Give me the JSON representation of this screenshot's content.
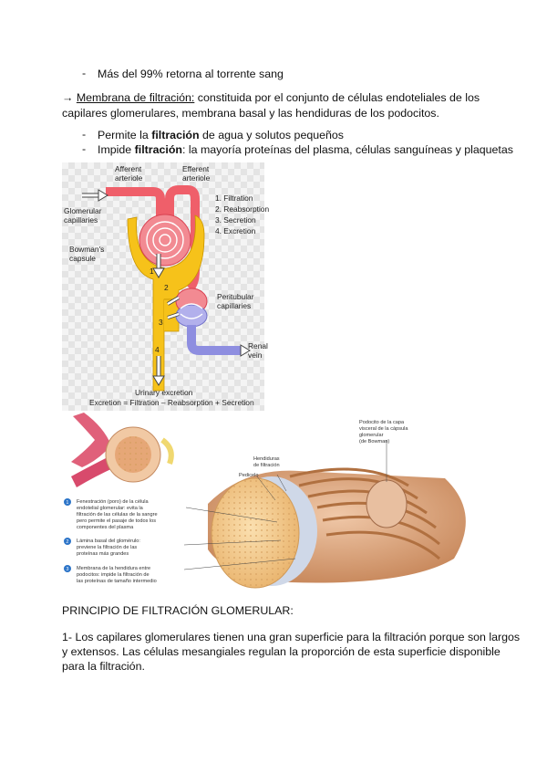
{
  "text": {
    "line1": "Más del 99% retorna al torrente sang",
    "arrow": "→",
    "membrana_title": "Membrana de filtración:",
    "membrana_rest1": " constituida por el conjunto de células endoteliales de los",
    "membrana_line2": "capilares glomerulares, membrana basal y las hendiduras de los podocitos.",
    "b1_pre": "Permite la ",
    "b1_bold": "filtración",
    "b1_post": " de agua y solutos pequeños",
    "b2_pre": "Impide ",
    "b2_bold": "filtración",
    "b2_post": ": la mayoría proteínas del plasma, células sanguíneas y plaquetas",
    "principio": "PRINCIPIO DE FILTRACIÓN GLOMERULAR:",
    "p1_l1": "1- Los capilares glomerulares tienen una gran superficie para la filtración porque son largos",
    "p1_l2": "y extensos. Las células mesangiales regulan la proporción de esta superficie disponible",
    "p1_l3": "para la filtración."
  },
  "figure1": {
    "afferent1": "Afferent",
    "afferent2": "arteriole",
    "efferent1": "Efferent",
    "efferent2": "arteriole",
    "glom1": "Glomerular",
    "glom2": "capillaries",
    "bowman1": "Bowman's",
    "bowman2": "capsule",
    "list1": "1. Filtration",
    "list2": "2. Reabsorption",
    "list3": "3. Secretion",
    "list4": "4. Excretion",
    "peri1": "Peritubular",
    "peri2": "capillaries",
    "renal1": "Renal",
    "renal2": "vein",
    "urinary": "Urinary excretion",
    "equation": "Excretion = Filtration – Reabsorption + Secretion",
    "n1": "1",
    "n2": "2",
    "n3": "3",
    "n4": "4"
  },
  "figure2": {
    "podocito1": "Podocito de la capa",
    "podocito2": "visceral de la cápsula",
    "podocito3": "glomerular",
    "podocito4": "(de Bowman)",
    "hend1": "Hendiduras",
    "hend2": "de filtración",
    "pedicelo": "Pedicelo",
    "c1_l1": "Fenestración (poro) de la célula",
    "c1_l2": "endotelial glomerular: evita la",
    "c1_l3": "filtración de las células de la sangre",
    "c1_l4": "pero permite el pasaje de todos los",
    "c1_l5": "componentes del plasma",
    "c2_l1": "Lámina basal del glomérulo:",
    "c2_l2": "previene la filtración de las",
    "c2_l3": "proteínas más grandes",
    "c3_l1": "Membrana de la hendidura entre",
    "c3_l2": "podocitos: impide la filtración de",
    "c3_l3": "las proteínas de tamaño intermedio",
    "num1": "1",
    "num2": "2",
    "num3": "3"
  },
  "colors": {
    "blood_red": "#ef5f6a",
    "capsule_yellow": "#f6c21a",
    "vein_blue": "#8e8ee0",
    "badge_blue": "#2c74c8"
  }
}
